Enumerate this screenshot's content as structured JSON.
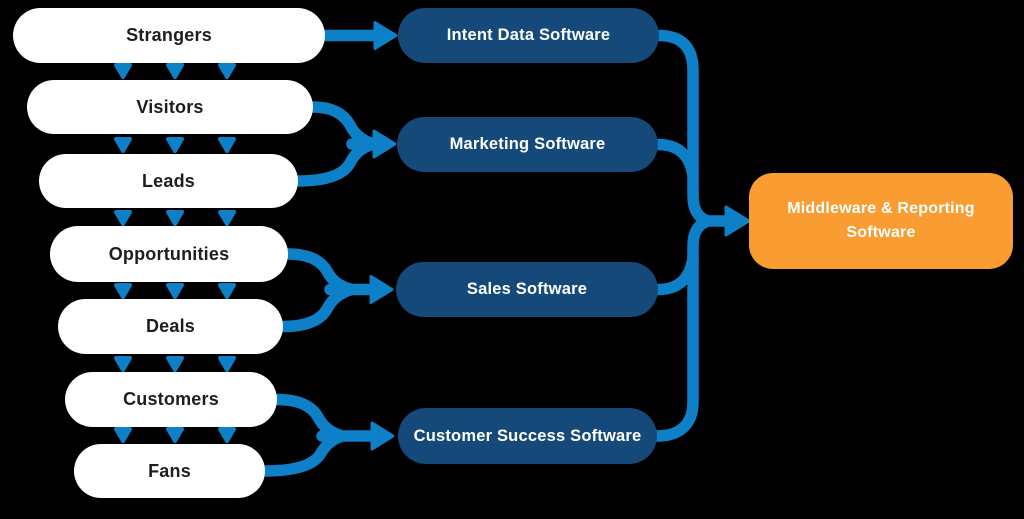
{
  "colors": {
    "background": "#000000",
    "connector_blue": "#0E80C7",
    "software_node_navy": "#154979",
    "output_node_orange": "#F99D32",
    "funnel_node_fill": "#FFFFFF",
    "funnel_node_text": "#1E1E1E"
  },
  "funnel": {
    "stages": [
      "Strangers",
      "Visitors",
      "Leads",
      "Opportunities",
      "Deals",
      "Customers",
      "Fans"
    ]
  },
  "software": {
    "nodes": [
      "Intent Data Software",
      "Marketing Software",
      "Sales Software",
      "Customer Success Software"
    ]
  },
  "output": {
    "line1": "Middleware & Reporting",
    "line2": "Software"
  },
  "connections": [
    {
      "from": "Strangers",
      "to": "Visitors"
    },
    {
      "from": "Visitors",
      "to": "Leads"
    },
    {
      "from": "Leads",
      "to": "Opportunities"
    },
    {
      "from": "Opportunities",
      "to": "Deals"
    },
    {
      "from": "Deals",
      "to": "Customers"
    },
    {
      "from": "Customers",
      "to": "Fans"
    },
    {
      "from": "Strangers",
      "to": "Intent Data Software"
    },
    {
      "from": "Visitors",
      "to": "Marketing Software"
    },
    {
      "from": "Leads",
      "to": "Marketing Software"
    },
    {
      "from": "Opportunities",
      "to": "Sales Software"
    },
    {
      "from": "Deals",
      "to": "Sales Software"
    },
    {
      "from": "Customers",
      "to": "Customer Success Software"
    },
    {
      "from": "Fans",
      "to": "Customer Success Software"
    },
    {
      "from": "Intent Data Software",
      "to": "Middleware & Reporting Software"
    },
    {
      "from": "Marketing Software",
      "to": "Middleware & Reporting Software"
    },
    {
      "from": "Sales Software",
      "to": "Middleware & Reporting Software"
    },
    {
      "from": "Customer Success Software",
      "to": "Middleware & Reporting Software"
    }
  ]
}
